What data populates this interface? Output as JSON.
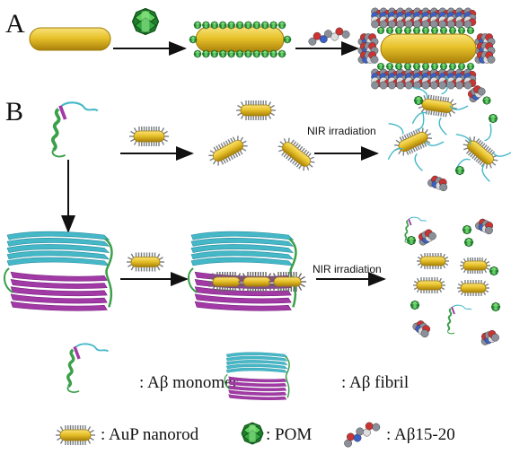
{
  "panels": {
    "a_label": "A",
    "b_label": "B"
  },
  "steps": {
    "nir_top": "NIR irradiation",
    "nir_bottom": "NIR irradiation"
  },
  "legend": {
    "monomer": ": Aβ monomer",
    "fibril": ": Aβ fibril",
    "nanorod": ": AuP nanorod",
    "pom": ": POM",
    "peptide": ": Aβ15-20"
  },
  "colors": {
    "gold": "#e8c22a",
    "gold_dark": "#b8900d",
    "pom_green": "#2e9a3a",
    "fibril_teal": "#45b8c8",
    "fibril_magenta": "#a23aa6",
    "helix_green": "#3aa04a",
    "spike_gray": "#7a7f86"
  }
}
